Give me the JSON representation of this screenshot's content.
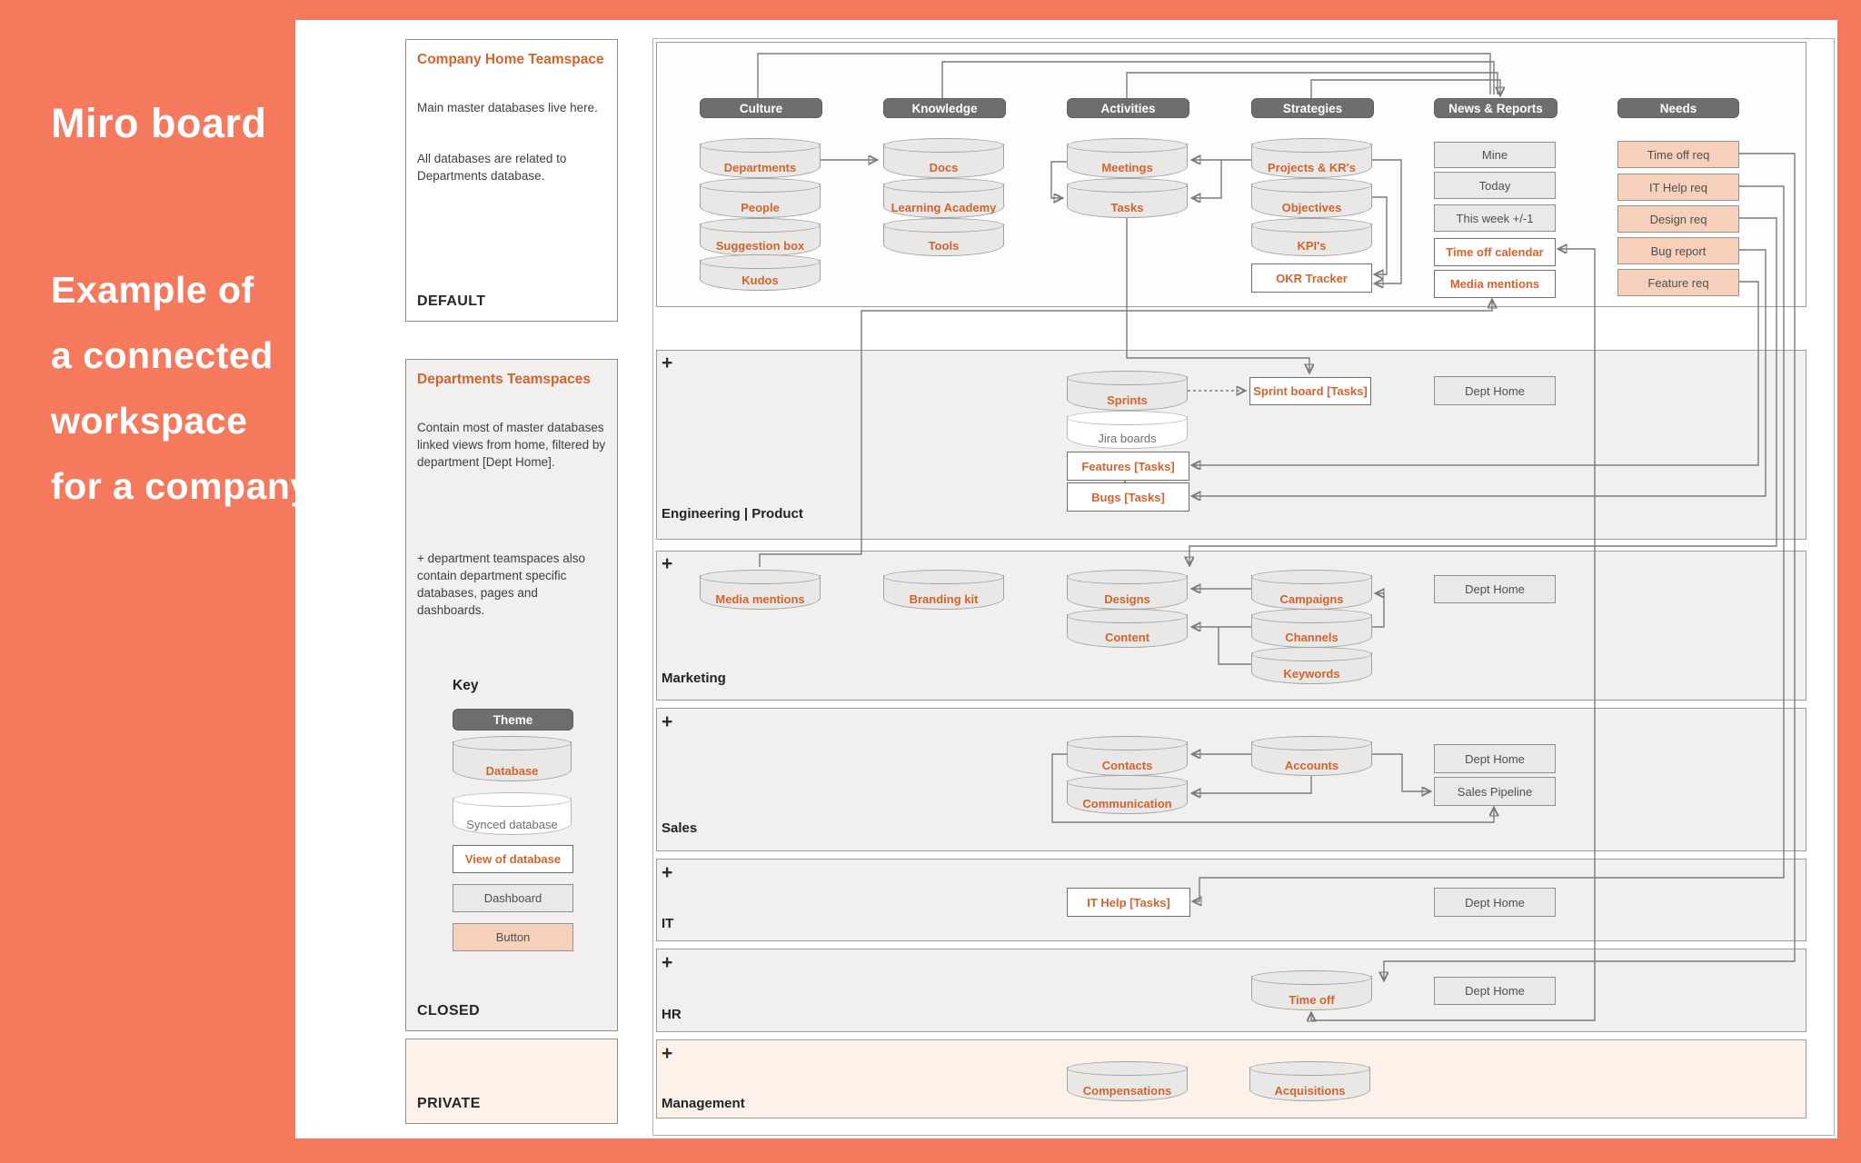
{
  "intro": {
    "title": "Miro board",
    "line1": "Example of",
    "line2": "a connected",
    "line3": "workspace",
    "line4": "for a company"
  },
  "sidebar": {
    "company_home": {
      "title": "Company Home Teamspace",
      "paragraph1": "Main master databases live here.",
      "paragraph2": "All databases are related to Departments database.",
      "badge": "DEFAULT"
    },
    "departments": {
      "title": "Departments Teamspaces",
      "paragraph1": "Contain most of master databases linked views from home, filtered by department [Dept Home].",
      "paragraph2": "+ department teamspaces also contain department specific databases, pages and dashboards.",
      "badge": "CLOSED",
      "key": {
        "title": "Key",
        "theme": "Theme",
        "database": "Database",
        "synced": "Synced database",
        "view": "View of database",
        "dashboard": "Dashboard",
        "button": "Button"
      }
    },
    "private": {
      "badge": "PRIVATE"
    }
  },
  "home": {
    "themes": [
      "Culture",
      "Knowledge",
      "Activities",
      "Strategies",
      "News & Reports",
      "Needs"
    ],
    "culture": [
      "Departments",
      "People",
      "Suggestion box",
      "Kudos"
    ],
    "knowledge": [
      "Docs",
      "Learning Academy",
      "Tools"
    ],
    "activities": [
      "Meetings",
      "Tasks"
    ],
    "strategies": [
      "Projects & KR's",
      "Objectives",
      "KPI's"
    ],
    "strategies_view": "OKR Tracker",
    "news_dashboards": [
      "Mine",
      "Today",
      "This week +/-1"
    ],
    "news_views": [
      "Time off calendar",
      "Media mentions"
    ],
    "needs": [
      "Time off req",
      "IT Help req",
      "Design req",
      "Bug report",
      "Feature req"
    ]
  },
  "departments": {
    "plus": "+",
    "engineering": {
      "label": "Engineering | Product",
      "sprints": "Sprints",
      "jira": "Jira boards",
      "features": "Features [Tasks]",
      "bugs": "Bugs [Tasks]",
      "sprint_board": "Sprint board [Tasks]",
      "dept_home": "Dept Home"
    },
    "marketing": {
      "label": "Marketing",
      "media": "Media mentions",
      "branding": "Branding kit",
      "designs": "Designs",
      "content": "Content",
      "campaigns": "Campaigns",
      "channels": "Channels",
      "keywords": "Keywords",
      "dept_home": "Dept Home"
    },
    "sales": {
      "label": "Sales",
      "contacts": "Contacts",
      "communication": "Communication",
      "accounts": "Accounts",
      "dept_home": "Dept Home",
      "pipeline": "Sales Pipeline"
    },
    "it": {
      "label": "IT",
      "it_help": "IT Help [Tasks]",
      "dept_home": "Dept Home"
    },
    "hr": {
      "label": "HR",
      "time_off": "Time off",
      "dept_home": "Dept Home"
    },
    "management": {
      "label": "Management",
      "compensations": "Compensations",
      "acquisitions": "Acquisitions"
    }
  },
  "colors": {
    "background_orange": "#f5795c",
    "orange_text": "#d3632e",
    "theme_pill_gray": "#6e6e6e",
    "button_salmon": "#f7d0bb",
    "section_gray": "#f1f0ef",
    "private_peach": "#fdf1ea"
  }
}
